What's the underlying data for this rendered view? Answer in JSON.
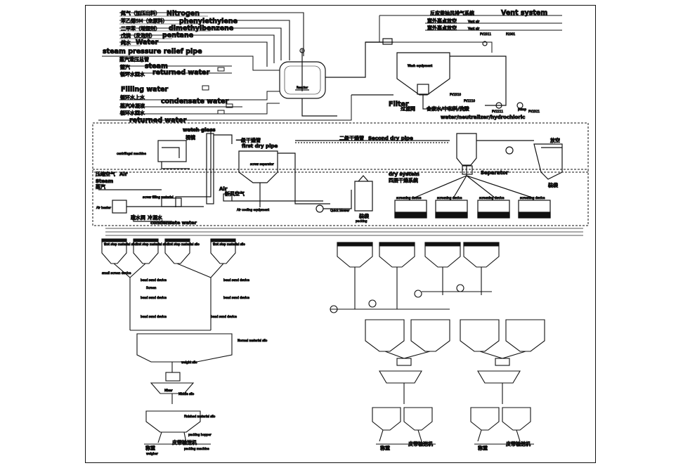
{
  "feed_lines": [
    {
      "cn": "氮气（加压出料）",
      "en": "Nitrogen"
    },
    {
      "cn": "苯乙烯SM（主原料）",
      "en": "phenylethylene"
    },
    {
      "cn": "二甲苯（增塑剂）",
      "en": "dimethylbenzene"
    },
    {
      "cn": "戊烷（发泡剂）",
      "en": "pentane"
    },
    {
      "cn": "纯水",
      "en": "Water"
    }
  ],
  "utility_lines": {
    "steam_relief": {
      "en": "steam pressure relief pipe",
      "cn": "蒸汽泄压总管"
    },
    "steam": {
      "cn": "蒸汽",
      "en": "steam"
    },
    "returned_water_top": {
      "cn": "循环水回水",
      "en": "returned water"
    },
    "filling_water": {
      "en": "Filling water",
      "cn": "循环水上水"
    },
    "condensate_water": {
      "en": "condensate water",
      "cn": "蒸汽冷凝液"
    },
    "returned_water_bottom": {
      "cn": "循环水回水",
      "en": "returned water"
    }
  },
  "reactor_label": "Reactor",
  "vent": {
    "cn": "反应釜抽风排气系统",
    "en": "Vent system",
    "outlets": [
      {
        "cn": "室外高点放空",
        "en": "Vent air"
      },
      {
        "cn": "室外高点放空",
        "en": "Vent air"
      }
    ]
  },
  "wash": {
    "label": "Wash equipment",
    "tags": [
      "PV2311",
      "P2301",
      "PV2310",
      "PV2210",
      "PV2211",
      "PV2321"
    ]
  },
  "filter": {
    "en": "Filter",
    "cn": "过滤网"
  },
  "water_out": {
    "cn": "含废水/中和料/洗酸",
    "en": "water/neutralizer/hydrochloric",
    "pump": "pump"
  },
  "drying": {
    "watch_glass": "watch glass",
    "glass_cn": "视镜",
    "centrifugal": "centrifugal machine",
    "first_dry_pipe": "first dry pipe",
    "first_dry_cn": "一级干燥管",
    "screw_separator": "screw separator",
    "second_dry_pipe": {
      "cn": "二级干燥管",
      "en": "Second dry pipe"
    },
    "separator": "Separator",
    "air_steam": {
      "cn": "压缩空气",
      "en": "Air",
      "steam_en": "Steam",
      "steam_cn": "蒸汽"
    },
    "air_heater": "Air heater",
    "screw_filling": "screw filling material",
    "air_intake": {
      "en": "Air",
      "cn": "新风空气"
    },
    "air_cooling": "Air cooling equipment",
    "quick_blower": "Quick blower",
    "bag_cn": "装袋",
    "bag_en": "packing",
    "vent_cn": "放空",
    "condensate": {
      "cn": "冷凝水",
      "en": "condensate water"
    },
    "steam_trap": "疏水阀",
    "dry_system": {
      "en": "dry system",
      "cn": "四层干燥系统"
    },
    "packaging": "装袋"
  },
  "hoppers_top": [
    "screening device",
    "screening device",
    "screening device",
    "screening device"
  ],
  "left_line": {
    "silos": [
      "first step material silo",
      "first step material silo",
      "first step material silo",
      "first step material silo"
    ],
    "small_screen": "small screen device",
    "bead_devices": [
      "bead send device",
      "bead send device",
      "bead send device",
      "bead send device",
      "bead send device",
      "bead send device"
    ],
    "screen": "Screen",
    "normal_silo": "Normal material silo",
    "weight_silo": "weight silo",
    "mixer": "Mixer",
    "middle_silo": "Middle silo",
    "finished_silo": "Finished material silo",
    "packing_hopper": "packing hopper",
    "conveyor_cn": "皮带输送机",
    "scale_cn": "称重",
    "scale_en": "weigher",
    "packing_machine": "packing machine"
  },
  "right_line": {
    "conveyor_cn": "皮带输送机",
    "scale_cn": "称重"
  }
}
